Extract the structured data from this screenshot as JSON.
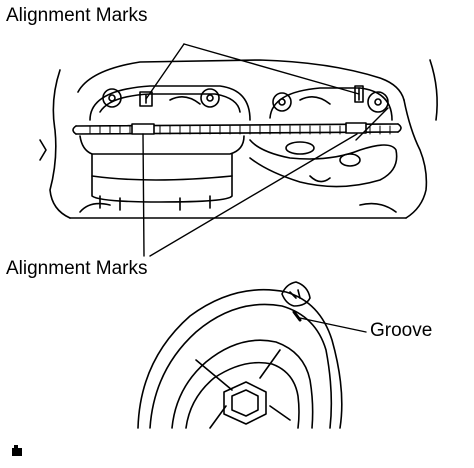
{
  "labels": {
    "alignment_marks_top": "Alignment Marks",
    "alignment_marks_bottom": "Alignment Marks",
    "groove": "Groove"
  },
  "colors": {
    "ink": "#000000",
    "paper": "#ffffff"
  },
  "icons": {
    "footer_mark": "camera-icon"
  }
}
